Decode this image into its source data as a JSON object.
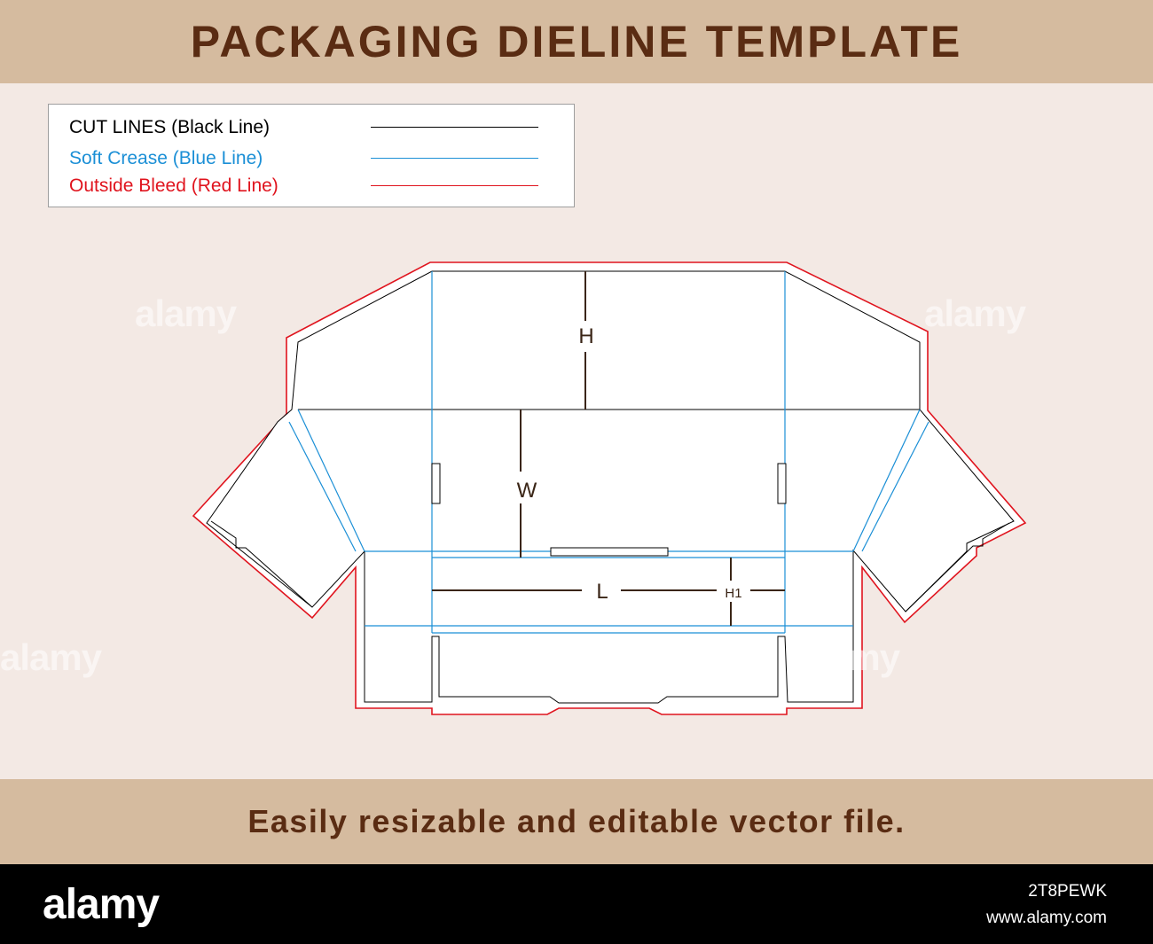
{
  "header": {
    "title": "PACKAGING DIELINE TEMPLATE"
  },
  "legend": {
    "items": [
      {
        "label": "CUT LINES (Black Line)",
        "color": "#000000"
      },
      {
        "label": "Soft Crease (Blue Line)",
        "color": "#1b8fd6"
      },
      {
        "label": "Outside Bleed (Red Line)",
        "color": "#e0141e"
      }
    ]
  },
  "dieline": {
    "colors": {
      "cut": "#000000",
      "crease": "#1b8fd6",
      "bleed": "#e0141e",
      "dimension": "#3a2516"
    },
    "dimensions": {
      "height": "H",
      "width": "W",
      "length": "L",
      "h1": "H1"
    }
  },
  "tagline": "Easily resizable and editable vector file.",
  "watermark": {
    "text": "alamy"
  },
  "footer": {
    "logo": "alamy",
    "image_id": "2T8PEWK",
    "url": "www.alamy.com"
  }
}
